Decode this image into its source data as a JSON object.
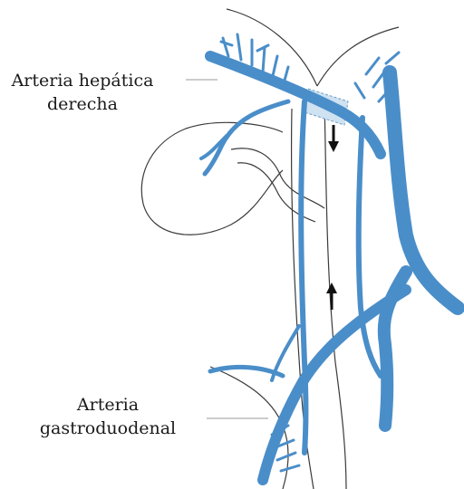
{
  "labels": {
    "hepatica": {
      "line1": "Arteria hepática",
      "line2": "derecha"
    },
    "gastroduodenal": {
      "line1": "Arteria",
      "line2": "gastroduodenal"
    }
  },
  "colors": {
    "artery_fill": "#4a8ec9",
    "artery_stroke": "#2f6a9c",
    "outline": "#3a3a3a",
    "leader_line": "#9a9a9a",
    "overlap_shade": "#cfe2f1"
  },
  "flow_arrows": [
    {
      "direction": "down"
    },
    {
      "direction": "up"
    }
  ]
}
